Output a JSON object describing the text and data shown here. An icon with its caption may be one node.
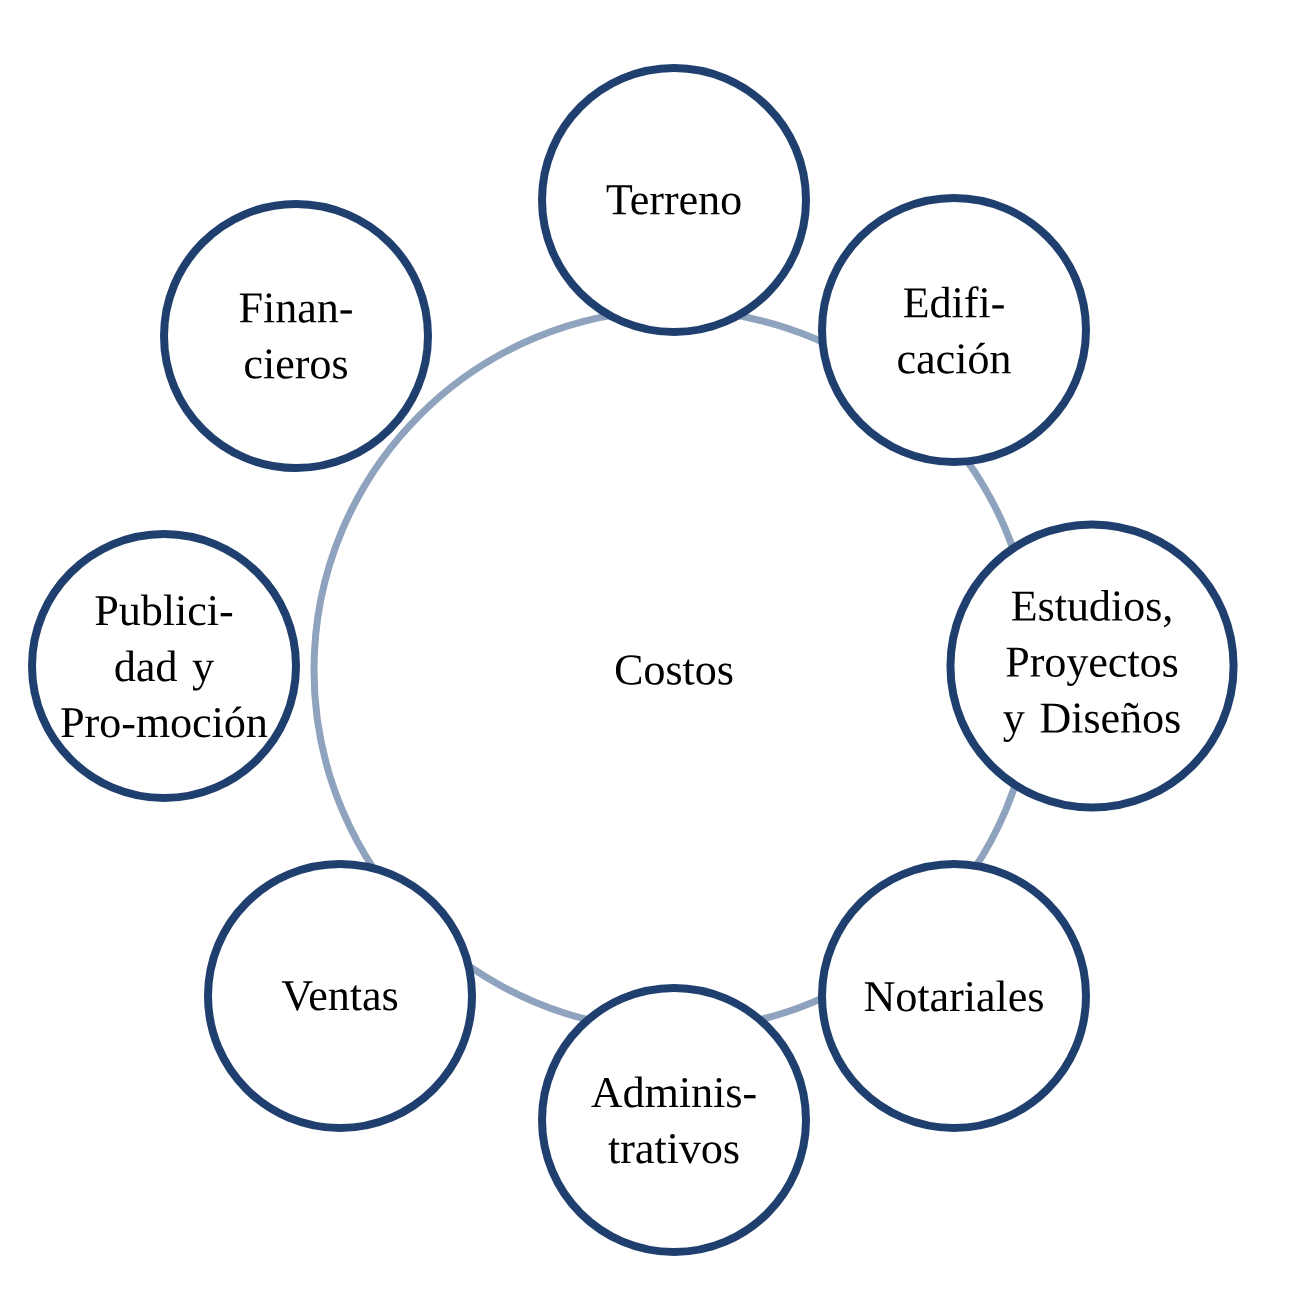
{
  "diagram": {
    "nodes": [
      {
        "text": [
          "Costos"
        ]
      },
      {
        "text": [
          "Terreno"
        ]
      },
      {
        "text": [
          "Edifi-cación"
        ]
      },
      {
        "text": [
          "Estudios, Proyectos y Diseños"
        ]
      },
      {
        "text": [
          "Notariales"
        ]
      },
      {
        "text": [
          "Adminis-trativos"
        ]
      },
      {
        "text": [
          "Ventas"
        ]
      },
      {
        "text": [
          "Publici-dad y Pro-moción"
        ]
      },
      {
        "text": [
          "Finan-cieros"
        ]
      }
    ]
  }
}
